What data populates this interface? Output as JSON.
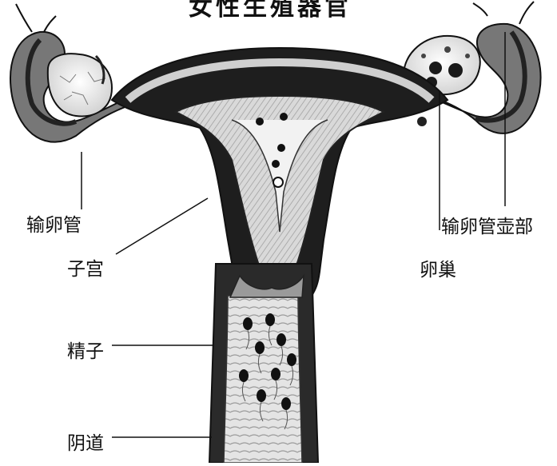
{
  "title": "女性生殖器官",
  "labels": {
    "oviduct": "输卵管",
    "uterus": "子宫",
    "sperm": "精子",
    "vagina": "阴道",
    "ampulla": "输卵管壶部",
    "ovary": "卵巢"
  },
  "colors": {
    "ink": "#111111",
    "dark_fill": "#1c1c1c",
    "mid_fill": "#8a8a8a",
    "light_fill": "#dcdcdc",
    "paper": "#ffffff"
  }
}
